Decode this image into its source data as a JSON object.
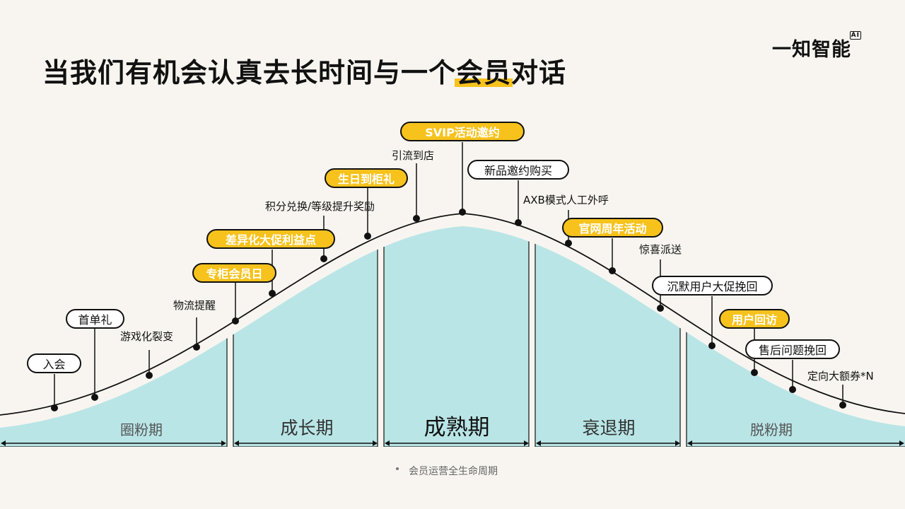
{
  "title": {
    "main": "当我们有机会认真去长时间与一个",
    "highlight": "会员",
    "tail": "对话"
  },
  "logo": {
    "name": "一知智能",
    "badge": "AI"
  },
  "colors": {
    "accent": "#f7c21c",
    "fill": "#b9e5e6",
    "background": "#f8f5f0"
  },
  "phases": [
    "圈粉期",
    "成长期",
    "成熟期",
    "衰退期",
    "脱粉期"
  ],
  "touchpoints": {
    "join": "入会",
    "first_order": "首单礼",
    "gamified": "游戏化裂变",
    "logistics": "物流提醒",
    "counter_day": "专柜会员日",
    "promo": "差异化大促利益点",
    "points": "积分兑换/等级提升奖励",
    "birthday": "生日到柜礼",
    "traffic": "引流到店",
    "svip": "SVIP活动邀约",
    "new_product": "新品邀约购买",
    "axb": "AXB模式人工外呼",
    "anniversary": "官网周年活动",
    "surprise": "惊喜派送",
    "silent": "沉默用户大促挽回",
    "revisit": "用户回访",
    "after_sales": "售后问题挽回",
    "coupon": "定向大额券*N"
  },
  "footer": "会员运营全生命周期"
}
